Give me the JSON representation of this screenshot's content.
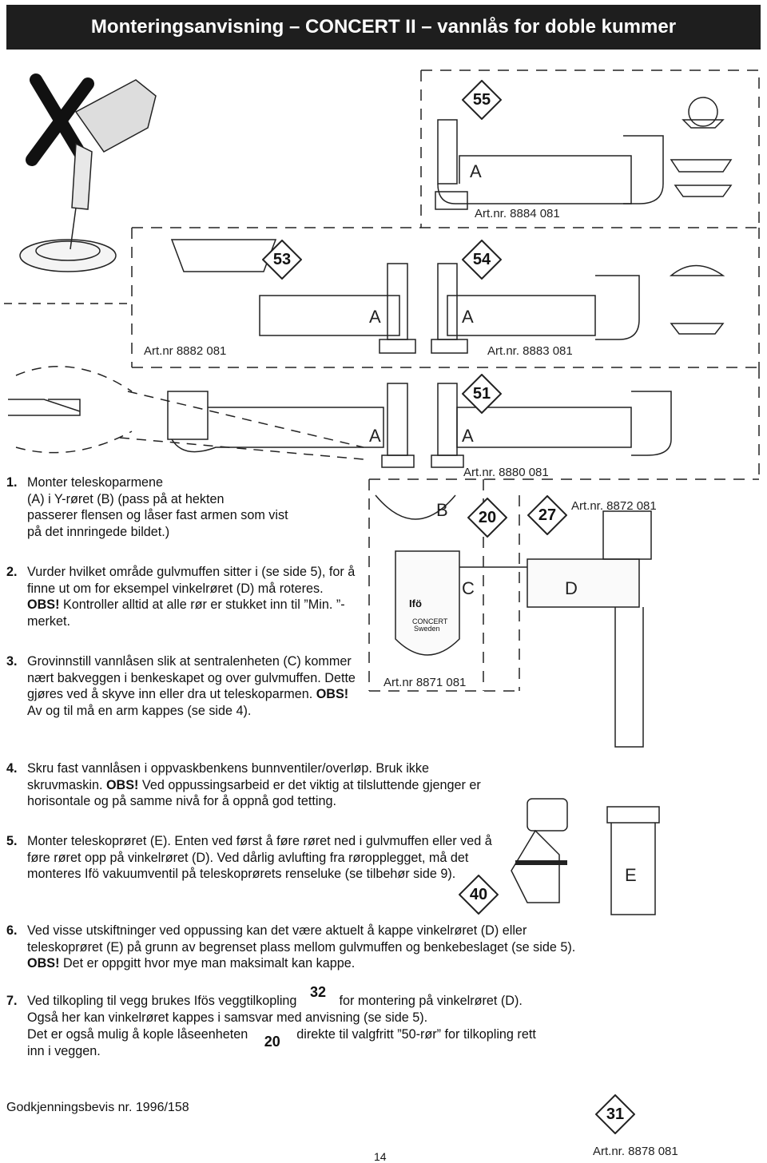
{
  "header": {
    "title": "Monteringsanvisning – CONCERT II – vannlås for doble kummer"
  },
  "products": {
    "badge_55": "55",
    "art_8884": "Art.nr. 8884 081",
    "badge_53": "53",
    "art_8882": "Art.nr 8882 081",
    "badge_54": "54",
    "art_8883": "Art.nr. 8883 081",
    "badge_51": "51",
    "art_8880": "Art.nr. 8880 081",
    "badge_20": "20",
    "badge_27": "27",
    "art_8872": "Art.nr. 8872 081",
    "art_8871": "Art.nr 8871 081",
    "badge_40": "40",
    "badge_31": "31",
    "art_8878": "Art.nr. 8878 081"
  },
  "letters": {
    "A": "A",
    "B": "B",
    "C": "C",
    "D": "D",
    "E": "E"
  },
  "trap_label": {
    "brand": "Ifö",
    "name": "CONCERT",
    "country": "Sweden"
  },
  "steps": [
    {
      "num": "1.",
      "lines": [
        "Monter teleskoparmene",
        "(A) i Y-røret  (B) (pass på at hekten",
        "passerer flensen og låser fast armen som vist",
        "på det innringede bildet.)"
      ]
    },
    {
      "num": "2.",
      "text_a": "Vurder hvilket område gulvmuffen sitter i (se side 5), for å finne ut om for eksempel vinkelrøret (D) må roteres. ",
      "obs": "OBS!",
      "text_b": " Kontroller alltid at alle rør er stukket inn til ”Min. ”-merket."
    },
    {
      "num": "3.",
      "text_a": "Grovinnstill vannlåsen slik at sentralenheten (C) kommer nært bakveggen i benkeskapet og over gulvmuffen. Dette gjøres ved å skyve inn eller dra ut teleskoparmen.",
      "obs": "OBS!",
      "text_b": " Av og til må en arm kappes (se side 4)."
    },
    {
      "num": "4.",
      "text_a": "Skru fast vannlåsen i oppvaskbenkens bunnventiler/overløp. Bruk ikke skruvmaskin. ",
      "obs": "OBS!",
      "text_b": " Ved oppussingsarbeid er det viktig at tilsluttende gjenger er horisontale og på samme nivå for å oppnå god tetting."
    },
    {
      "num": "5.",
      "text_a": "Monter teleskoprøret (E). Enten ved først å føre røret ned i gulvmuffen eller ved å føre røret opp på vinkelrøret (D). Ved dårlig avlufting fra røropplegget, må det monteres Ifö vakuumventil på teleskoprørets renseluke (se tilbehør side 9)."
    },
    {
      "num": "6.",
      "text_a": "Ved visse utskiftninger ved oppussing kan det være aktuelt å kappe vinkelrøret (D) eller teleskoprøret (E) på grunn av begrenset plass mellom gulvmuffen og benkebeslaget (se side 5). ",
      "obs": "OBS!",
      "text_b": " Det er oppgitt hvor mye man maksimalt kan kappe."
    },
    {
      "num": "7.",
      "line1_a": "Ved tilkopling til vegg brukes Ifös veggtilkopling",
      "badge_32": "32",
      "line1_b": "for montering på vinkelrøret (D).",
      "line2": "Også her kan vinkelrøret kappes i samsvar med anvisning (se side 5).",
      "line3_a": "Det er også mulig å kople låseenheten",
      "badge_20": "20",
      "line3_b": "direkte til valgfritt ”50-rør” for tilkopling rett",
      "line4": "inn i veggen."
    }
  ],
  "footer": {
    "approval": "Godkjenningsbevis nr. 1996/158",
    "page": "14"
  }
}
